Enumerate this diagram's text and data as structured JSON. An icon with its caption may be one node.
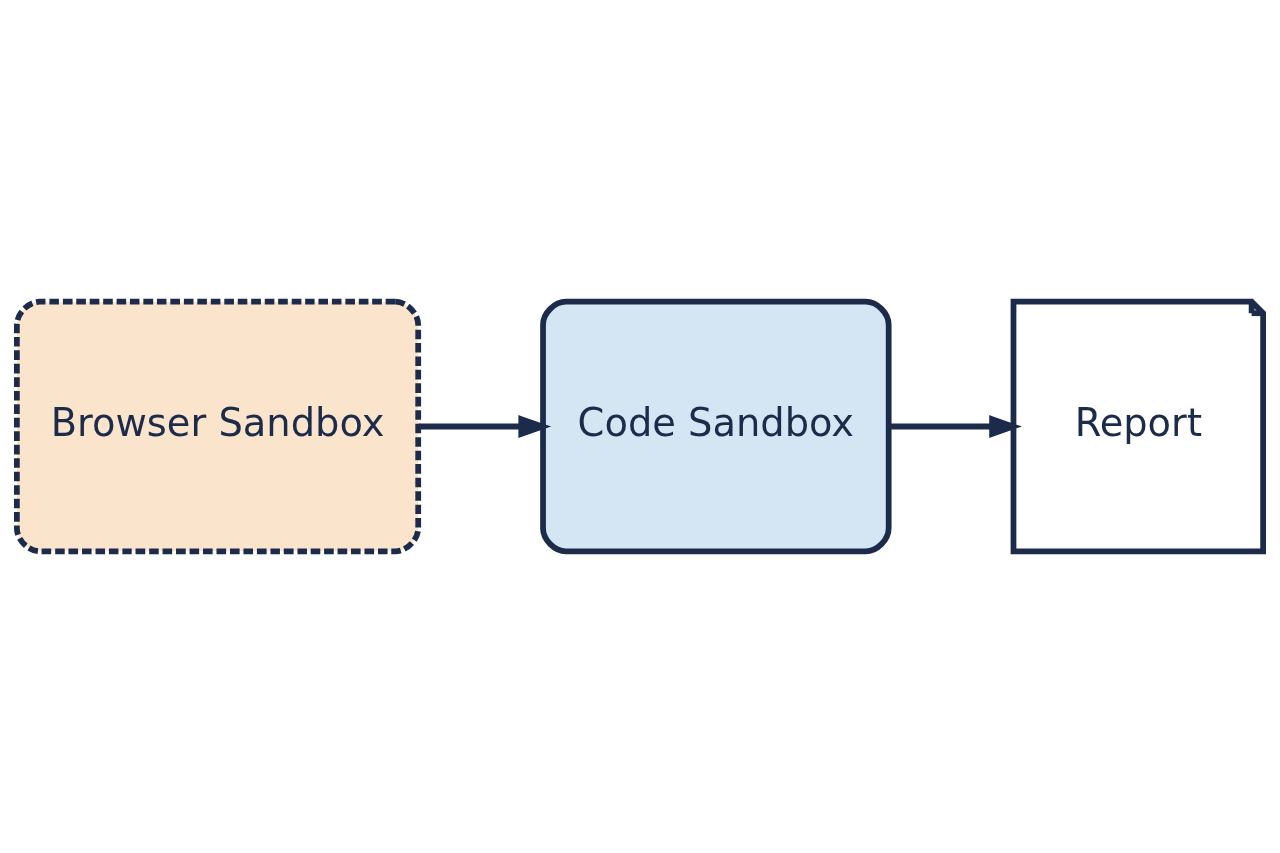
{
  "diagram": {
    "nodes": [
      {
        "text": [
          "Browser Sandbox"
        ]
      },
      {
        "text": [
          "Code Sandbox"
        ]
      },
      {
        "text": [
          "Report"
        ]
      }
    ],
    "edges": [
      {
        "from": 0,
        "to": 1,
        "arrow": "to"
      },
      {
        "from": 1,
        "to": 2,
        "arrow": "to"
      }
    ]
  }
}
